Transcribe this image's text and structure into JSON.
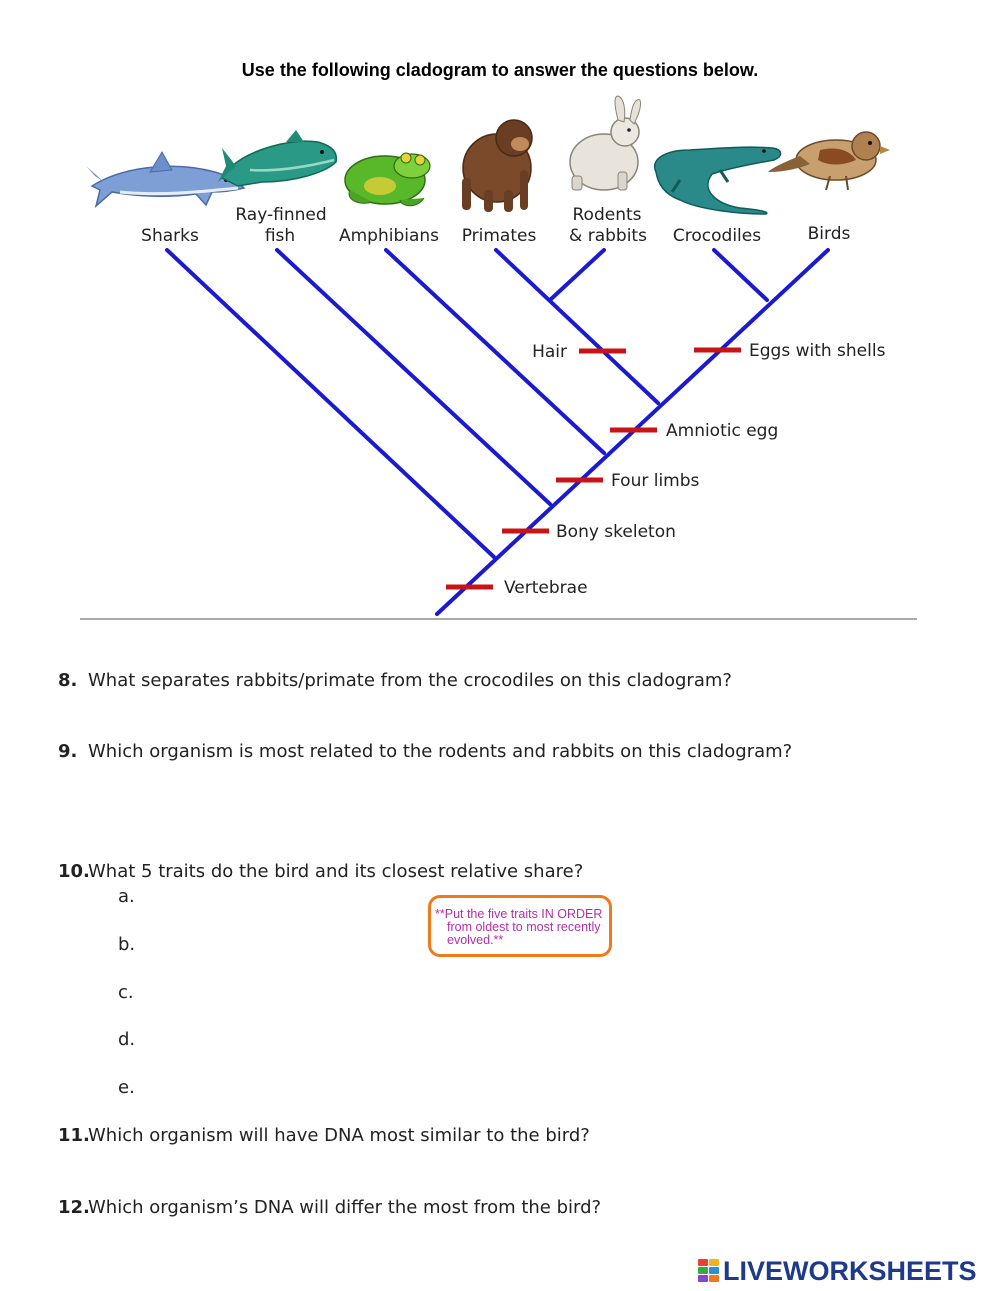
{
  "heading": "Use the following cladogram to answer the questions below.",
  "taxa": {
    "sharks": "Sharks",
    "ray_finned_1": "Ray-finned",
    "ray_finned_2": "fish",
    "amphibians": "Amphibians",
    "primates": "Primates",
    "rodents_1": "Rodents",
    "rodents_2": "& rabbits",
    "crocodiles": "Crocodiles",
    "birds": "Birds"
  },
  "traits": {
    "hair": "Hair",
    "eggs_with_shells": "Eggs with shells",
    "amniotic_egg": "Amniotic egg",
    "four_limbs": "Four limbs",
    "bony_skeleton": "Bony skeleton",
    "vertebrae": "Vertebrae"
  },
  "colors": {
    "branch": "#1a1ad0",
    "trait_bar": "#c81414",
    "note_border": "#f07a1a",
    "note_text": "#b030a8",
    "brand": "#1f3a8a"
  },
  "questions": [
    {
      "num": "8.",
      "text": "What separates rabbits/primate from the crocodiles on this cladogram?"
    },
    {
      "num": "9.",
      "text": "Which organism is most related to the rodents and rabbits on this cladogram?"
    },
    {
      "num": "10.",
      "text": "What 5 traits do the bird and its closest relative share?"
    },
    {
      "num": "11.",
      "text": "Which organism will have DNA most similar to the bird?"
    },
    {
      "num": "12.",
      "text": "Which organism’s DNA will differ the most from the bird?"
    }
  ],
  "options": [
    "a.",
    "b.",
    "c.",
    "d.",
    "e."
  ],
  "note": {
    "line1": "**Put the five traits IN ORDER",
    "line2": "from oldest to most recently",
    "line3": "evolved.**"
  },
  "icons": [
    "shark-icon",
    "fish-icon",
    "frog-icon",
    "chimpanzee-icon",
    "rabbit-icon",
    "crocodile-icon",
    "bird-icon"
  ],
  "brand": "LIVEWORKSHEETS"
}
